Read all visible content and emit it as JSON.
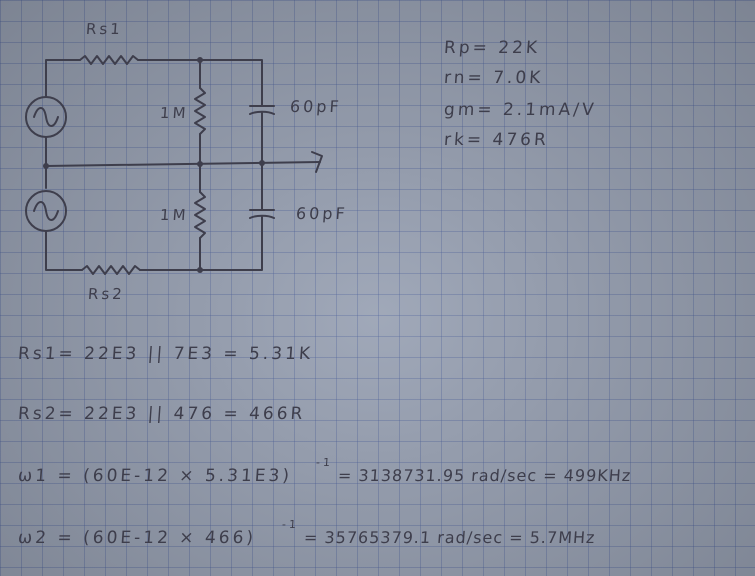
{
  "circuit": {
    "rs1_label": "Rs1",
    "rs2_label": "Rs2",
    "r_top_label": "1M",
    "r_bottom_label": "1M",
    "c_top_label": "60pF",
    "c_bottom_label": "60pF"
  },
  "params": {
    "rp": "Rp= 22K",
    "rn": "rn= 7.0K",
    "gm": "gm= 2.1mA/V",
    "rk": "rk= 476R"
  },
  "equations": {
    "eq1": "Rs1= 22E3 || 7E3 = 5.31K",
    "eq2": "Rs2= 22E3 || 476 = 466R",
    "eq3_lhs": "ω1 = (60E-12 × 5.31E3)",
    "eq3_exp": "-1",
    "eq3_rhs": "= 3138731.95 rad/sec = 499KHz",
    "eq4_lhs": "ω2 = (60E-12 × 466)",
    "eq4_exp": "-1",
    "eq4_rhs": "= 35765379.1 rad/sec = 5.7MHz"
  }
}
